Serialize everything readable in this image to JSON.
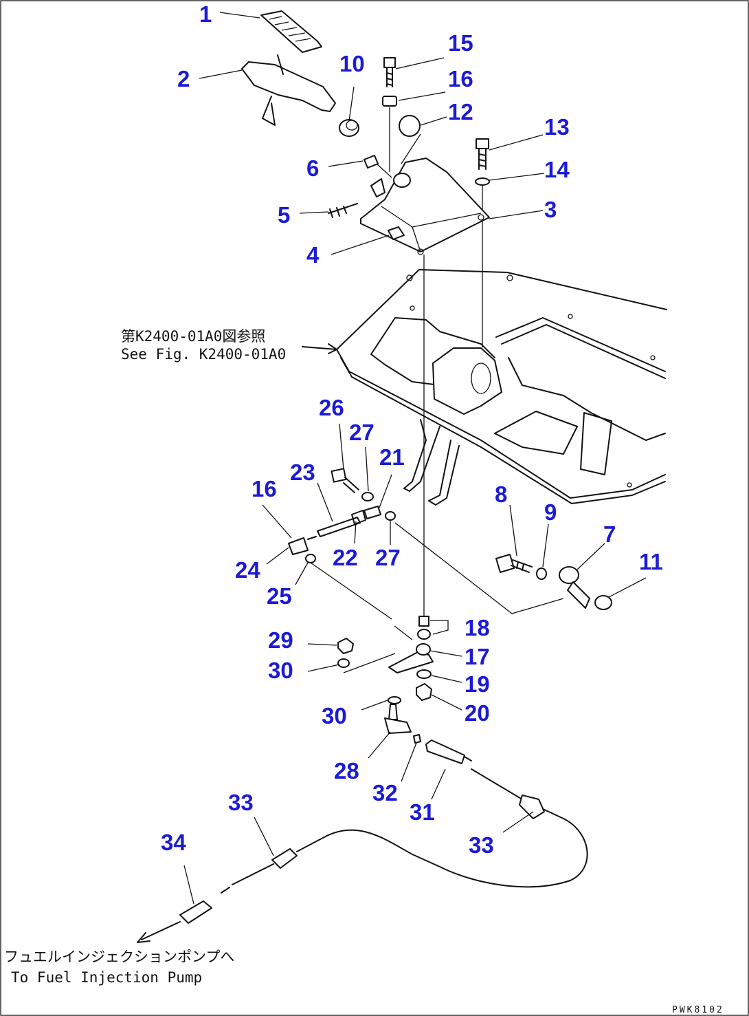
{
  "callouts": [
    {
      "id": "1",
      "label": "1"
    },
    {
      "id": "2",
      "label": "2"
    },
    {
      "id": "3",
      "label": "3"
    },
    {
      "id": "4",
      "label": "4"
    },
    {
      "id": "5",
      "label": "5"
    },
    {
      "id": "6",
      "label": "6"
    },
    {
      "id": "7",
      "label": "7"
    },
    {
      "id": "8",
      "label": "8"
    },
    {
      "id": "9",
      "label": "9"
    },
    {
      "id": "10",
      "label": "10"
    },
    {
      "id": "11",
      "label": "11"
    },
    {
      "id": "12",
      "label": "12"
    },
    {
      "id": "13",
      "label": "13"
    },
    {
      "id": "14",
      "label": "14"
    },
    {
      "id": "15",
      "label": "15"
    },
    {
      "id": "16a",
      "label": "16"
    },
    {
      "id": "16b",
      "label": "16"
    },
    {
      "id": "17",
      "label": "17"
    },
    {
      "id": "18",
      "label": "18"
    },
    {
      "id": "19",
      "label": "19"
    },
    {
      "id": "20",
      "label": "20"
    },
    {
      "id": "21",
      "label": "21"
    },
    {
      "id": "22",
      "label": "22"
    },
    {
      "id": "23",
      "label": "23"
    },
    {
      "id": "24",
      "label": "24"
    },
    {
      "id": "25",
      "label": "25"
    },
    {
      "id": "26",
      "label": "26"
    },
    {
      "id": "27a",
      "label": "27"
    },
    {
      "id": "27b",
      "label": "27"
    },
    {
      "id": "28",
      "label": "28"
    },
    {
      "id": "29",
      "label": "29"
    },
    {
      "id": "30a",
      "label": "30"
    },
    {
      "id": "30b",
      "label": "30"
    },
    {
      "id": "31",
      "label": "31"
    },
    {
      "id": "32",
      "label": "32"
    },
    {
      "id": "33a",
      "label": "33"
    },
    {
      "id": "33b",
      "label": "33"
    },
    {
      "id": "34",
      "label": "34"
    }
  ],
  "notes": {
    "see_fig_jp": "第K2400-01A0図参照",
    "see_fig_en": "See Fig. K2400-01A0",
    "to_pump_jp": "フュエルインジェクションポンプへ",
    "to_pump_en": "To Fuel Injection Pump"
  },
  "drawing_code": "PWK8102",
  "colors": {
    "callout": "#1b1bd6",
    "line": "#111111",
    "background": "#ffffff"
  }
}
